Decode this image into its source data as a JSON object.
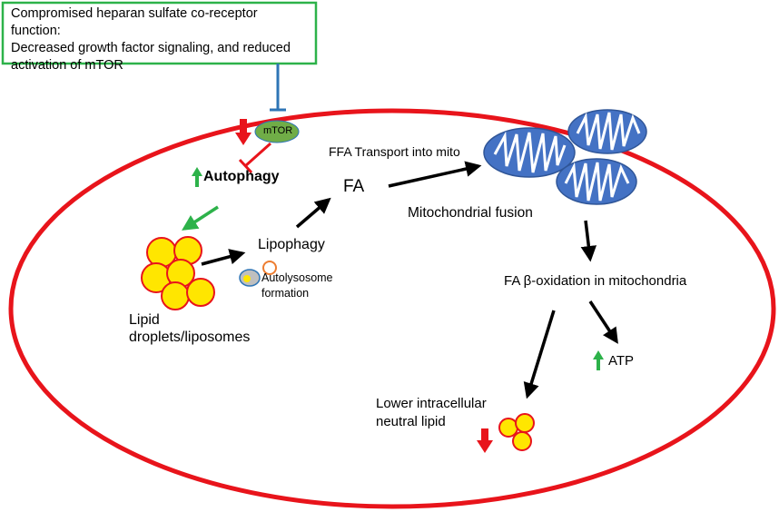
{
  "box": {
    "lines": [
      "Compromised heparan sulfate co-receptor function:",
      "Decreased growth factor signaling, and reduced",
      "activation of mTOR"
    ]
  },
  "labels": {
    "mtor": "mTOR",
    "autophagy": "Autophagy",
    "ffa_transport": "FFA Transport into mito",
    "fa": "FA",
    "mito_fusion": "Mitochondrial fusion",
    "lipophagy": "Lipophagy",
    "autolysosome_line1": "Autolysosome",
    "autolysosome_line2": "formation",
    "lipid_line1": "Lipid",
    "lipid_line2": "droplets/liposomes",
    "beta_oxidation": "FA β-oxidation in mitochondria",
    "atp": "ATP",
    "lower_line1": "Lower intracellular",
    "lower_line2": "neutral lipid"
  },
  "colors": {
    "cell_border": "#e8141b",
    "box_border": "#2db24a",
    "mtor_fill": "#70ad47",
    "inhibit_blue": "#2e75b6",
    "inhibit_red": "#e8141b",
    "up_arrow": "#2db24a",
    "down_arrow": "#e8141b",
    "lipid_fill": "#ffe600",
    "lipid_edge": "#e8141b",
    "mito_fill": "#4472c4"
  }
}
